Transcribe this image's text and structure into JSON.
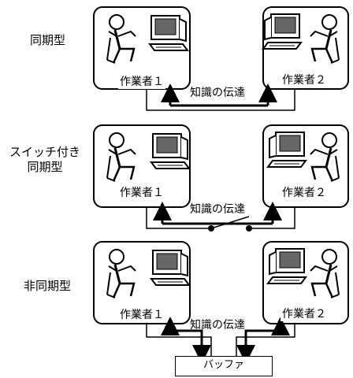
{
  "sections": [
    {
      "label_lines": [
        "同期型"
      ],
      "worker_left": "作業者１",
      "worker_right": "作業者２",
      "link_label": "知識の伝達",
      "has_switch": false,
      "has_buffer": false
    },
    {
      "label_lines": [
        "スイッチ付き",
        "同期型"
      ],
      "worker_left": "作業者１",
      "worker_right": "作業者２",
      "link_label": "知識の伝達",
      "has_switch": true,
      "has_buffer": false
    },
    {
      "label_lines": [
        "非同期型"
      ],
      "worker_left": "作業者１",
      "worker_right": "作業者２",
      "link_label": "知識の伝達",
      "has_switch": false,
      "has_buffer": true,
      "buffer_label": "バッファ"
    }
  ],
  "icons": {
    "person": "stick-figure-icon",
    "computer": "computer-icon",
    "switch": "switch-icon"
  }
}
